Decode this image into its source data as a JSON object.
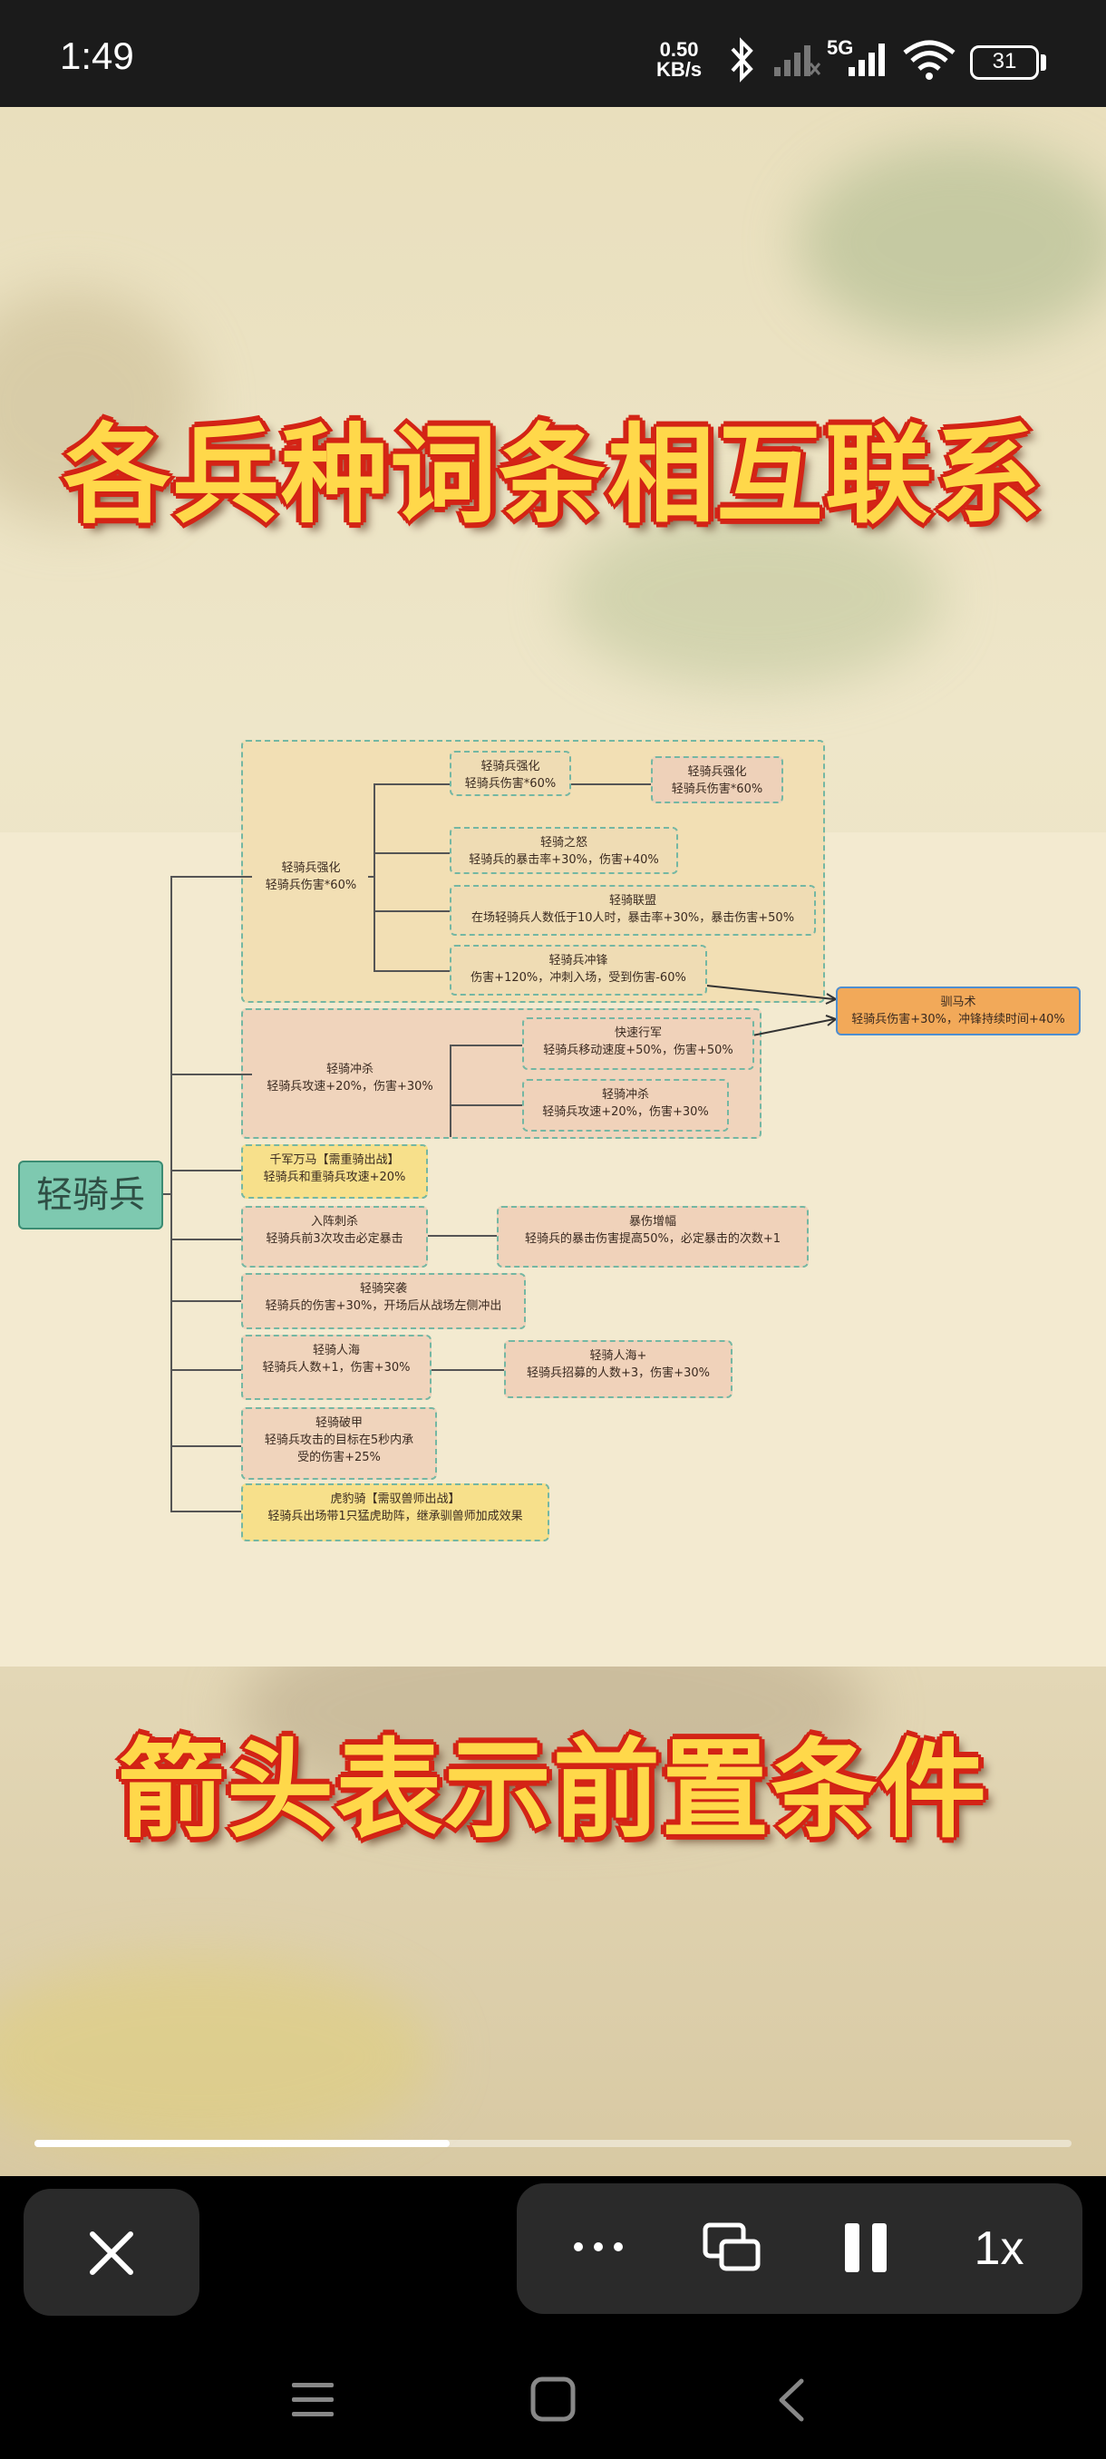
{
  "status_bar": {
    "time": "1:49",
    "net_speed_value": "0.50",
    "net_speed_unit": "KB/s",
    "network_label": "5G",
    "battery": "31"
  },
  "video": {
    "caption_top": "各兵种词条相互联系",
    "caption_bottom": "箭头表示前置条件",
    "mindmap": {
      "root": "轻骑兵",
      "nodes": {
        "qh": "轻骑兵强化\n轻骑兵伤害*60%",
        "qh1": "轻骑兵强化\n轻骑兵伤害*60%",
        "qh1b": "轻骑兵强化\n轻骑兵伤害*60%",
        "nu": "轻骑之怒\n轻骑兵的暴击率+30%，伤害+40%",
        "lm": "轻骑联盟\n在场轻骑兵人数低于10人时，暴击率+30%，暴击伤害+50%",
        "cf": "轻骑兵冲锋\n伤害+120%，冲刺入场，受到伤害-60%",
        "xm": "驯马术\n轻骑兵伤害+30%，冲锋持续时间+40%",
        "cs": "轻骑冲杀\n轻骑兵攻速+20%，伤害+30%",
        "ks": "快速行军\n轻骑兵移动速度+50%，伤害+50%",
        "cs2": "轻骑冲杀\n轻骑兵攻速+20%，伤害+30%",
        "qj": "千军万马【需重骑出战】\n轻骑兵和重骑兵攻速+20%",
        "rz": "入阵刺杀\n轻骑兵前3次攻击必定暴击",
        "bs": "暴伤增幅\n轻骑兵的暴击伤害提高50%，必定暴击的次数+1",
        "tx": "轻骑突袭\n轻骑兵的伤害+30%，开场后从战场左侧冲出",
        "rh": "轻骑人海\n轻骑兵人数+1，伤害+30%",
        "rh2": "轻骑人海+\n轻骑兵招募的人数+3，伤害+30%",
        "pj": "轻骑破甲\n轻骑兵攻击的目标在5秒内承\n受的伤害+25%",
        "hb": "虎豹骑【需驭兽师出战】\n轻骑兵出场带1只猛虎助阵，继承驯兽师加成效果"
      }
    },
    "progress": 0.4
  },
  "controls": {
    "speed": "1x"
  }
}
